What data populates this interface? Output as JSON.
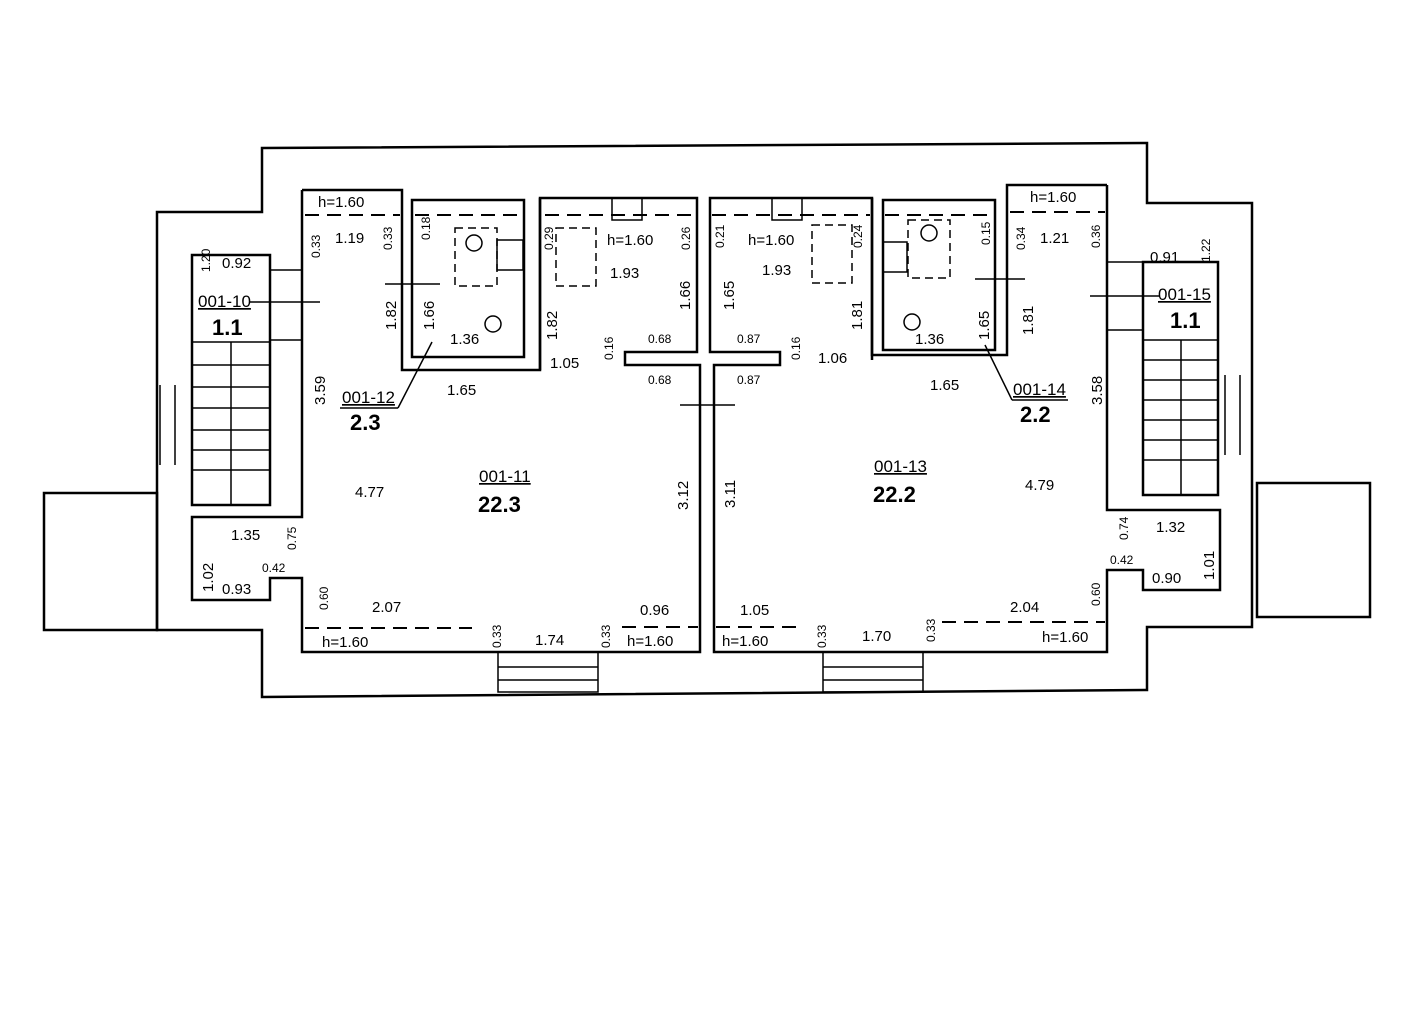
{
  "rooms": [
    {
      "id": "001-10",
      "area": "1.1"
    },
    {
      "id": "001-11",
      "area": "22.3"
    },
    {
      "id": "001-12",
      "area": "2.3"
    },
    {
      "id": "001-13",
      "area": "22.2"
    },
    {
      "id": "001-14",
      "area": "2.2"
    },
    {
      "id": "001-15",
      "area": "1.1"
    }
  ],
  "dims": {
    "l_h_top": "h=1.60",
    "l_119": "1.19",
    "l_033a": "0.33",
    "l_033b": "0.33",
    "l_018": "0.18",
    "l_120": "1.20",
    "l_092": "0.92",
    "l_182a": "1.82",
    "l_166a": "1.66",
    "l_136": "1.36",
    "l_359": "3.59",
    "l_165": "1.65",
    "l_029": "0.29",
    "l_hb": "h=1.60",
    "l_193": "1.93",
    "l_026": "0.26",
    "l_166b": "1.66",
    "l_182b": "1.82",
    "l_105": "1.05",
    "l_016": "0.16",
    "l_068a": "0.68",
    "l_068b": "0.68",
    "l_477": "4.77",
    "l_312": "3.12",
    "l_135": "1.35",
    "l_075": "0.75",
    "l_102": "1.02",
    "l_042": "0.42",
    "l_093": "0.93",
    "l_060": "0.60",
    "l_207": "2.07",
    "l_h_bl": "h=1.60",
    "l_033c": "0.33",
    "l_174": "1.74",
    "l_033d": "0.33",
    "l_096": "0.96",
    "l_h_br": "h=1.60",
    "r_021": "0.21",
    "r_hb": "h=1.60",
    "r_193": "1.93",
    "r_024": "0.24",
    "r_165a": "1.65",
    "r_181a": "1.81",
    "r_087a": "0.87",
    "r_016": "0.16",
    "r_106": "1.06",
    "r_087b": "0.87",
    "r_311": "3.11",
    "r_136": "1.36",
    "r_165b": "1.65",
    "r_015": "0.15",
    "r_034": "0.34",
    "r_121": "1.21",
    "r_036": "0.36",
    "r_h_top": "h=1.60",
    "r_181b": "1.81",
    "r_091": "0.91",
    "r_122": "1.22",
    "r_165c": "1.65",
    "r_358": "3.58",
    "r_479": "4.79",
    "r_074": "0.74",
    "r_132": "1.32",
    "r_042": "0.42",
    "r_090": "0.90",
    "r_101": "1.01",
    "r_060": "0.60",
    "r_204": "2.04",
    "r_h_br": "h=1.60",
    "r_105": "1.05",
    "r_h_bl": "h=1.60",
    "r_033a": "0.33",
    "r_170": "1.70",
    "r_033b": "0.33"
  }
}
